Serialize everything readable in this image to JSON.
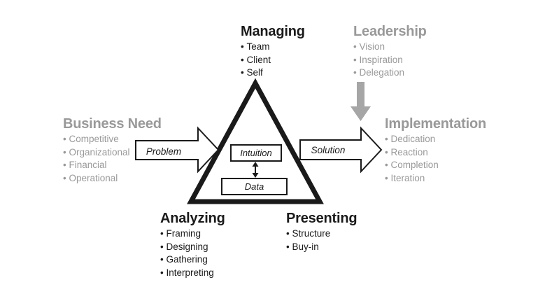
{
  "managing": {
    "title": "Managing",
    "items": [
      "Team",
      "Client",
      "Self"
    ]
  },
  "leadership": {
    "title": "Leadership",
    "items": [
      "Vision",
      "Inspiration",
      "Delegation"
    ]
  },
  "business_need": {
    "title": "Business Need",
    "items": [
      "Competitive",
      "Organizational",
      "Financial",
      "Operational"
    ]
  },
  "implementation": {
    "title": "Implementation",
    "items": [
      "Dedication",
      "Reaction",
      "Completion",
      "Iteration"
    ]
  },
  "analyzing": {
    "title": "Analyzing",
    "items": [
      "Framing",
      "Designing",
      "Gathering",
      "Interpreting"
    ]
  },
  "presenting": {
    "title": "Presenting",
    "items": [
      "Structure",
      "Buy-in"
    ]
  },
  "center": {
    "intuition": "Intuition",
    "data": "Data"
  },
  "arrows": {
    "problem": "Problem",
    "solution": "Solution"
  },
  "colors": {
    "dark": "#1a1a1a",
    "gray": "#999999",
    "leadership_arrow": "#a6a6a6"
  }
}
